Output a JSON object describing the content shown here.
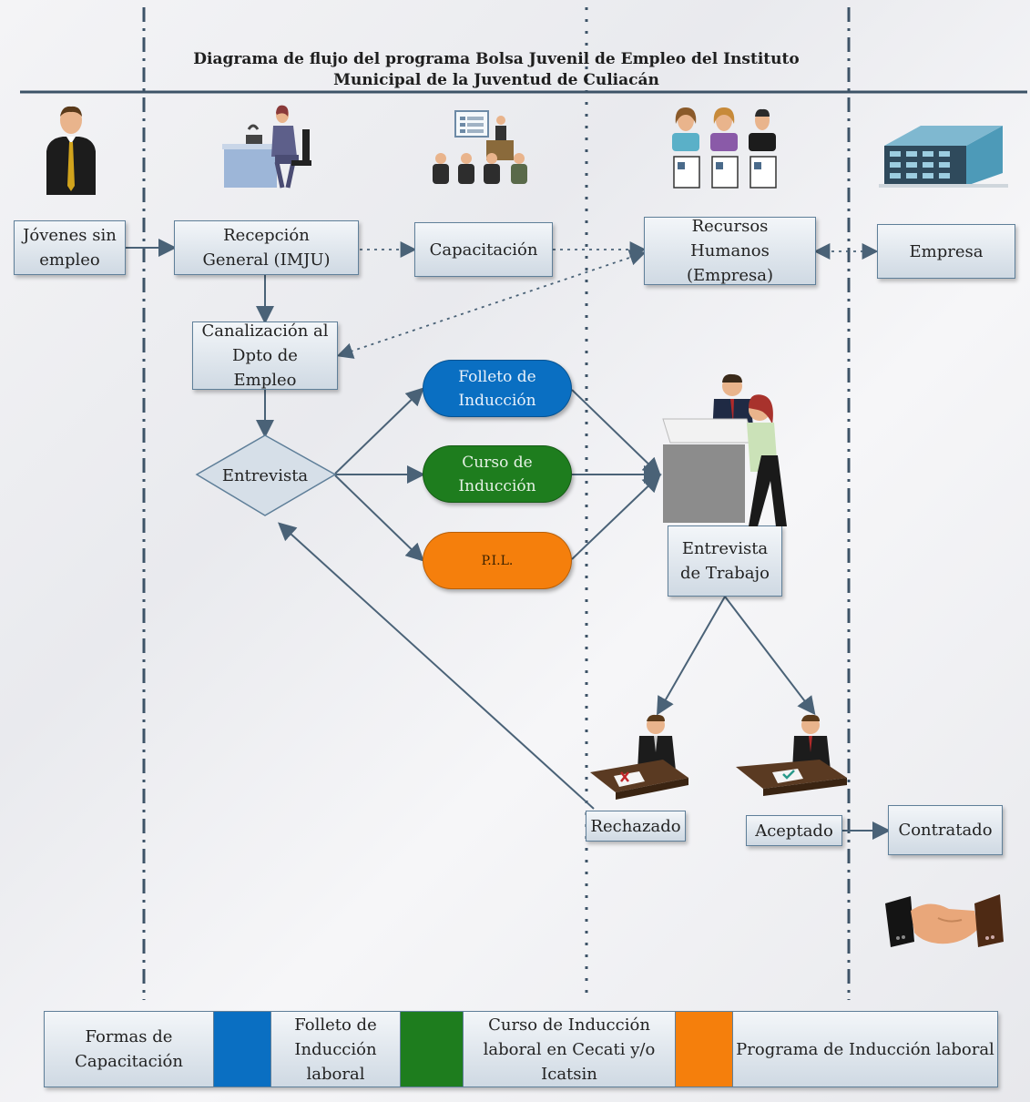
{
  "title": "Diagrama de flujo del programa Bolsa Juvenil de Empleo del Instituto Municipal de la Juventud de Culiacán",
  "nodes": {
    "jovenes": "Jóvenes sin empleo",
    "recepcion": "Recepción General (IMJU)",
    "capacitacion": "Capacitación",
    "recursos": "Recursos Humanos (Empresa)",
    "empresa": "Empresa",
    "canalizacion": "Canalización al Dpto de Empleo",
    "entrevista": "Entrevista",
    "folleto": "Folleto de Inducción",
    "curso": "Curso de Inducción",
    "pil": "P.I.L.",
    "entrevista_trabajo": "Entrevista de Trabajo",
    "rechazado": "Rechazado",
    "aceptado": "Aceptado",
    "contratado": "Contratado"
  },
  "legend": {
    "header": "Formas de Capacitación",
    "items": [
      {
        "color": "#0a6fc2",
        "label": "Folleto de Inducción laboral"
      },
      {
        "color": "#1e7d1e",
        "label": "Curso de Inducción laboral en Cecati y/o Icatsin"
      },
      {
        "color": "#f57f0c",
        "label": "Programa de Inducción laboral"
      }
    ]
  },
  "colors": {
    "blue": "#0a6fc2",
    "green": "#1e7d1e",
    "orange": "#f57f0c",
    "node_border": "#5f7f99",
    "line": "#4a6277"
  },
  "icons": [
    "young-man-icon",
    "receptionist-icon",
    "training-class-icon",
    "hr-staff-icon",
    "company-building-icon",
    "interview-icon",
    "rejected-candidate-icon",
    "accepted-candidate-icon",
    "handshake-icon"
  ]
}
